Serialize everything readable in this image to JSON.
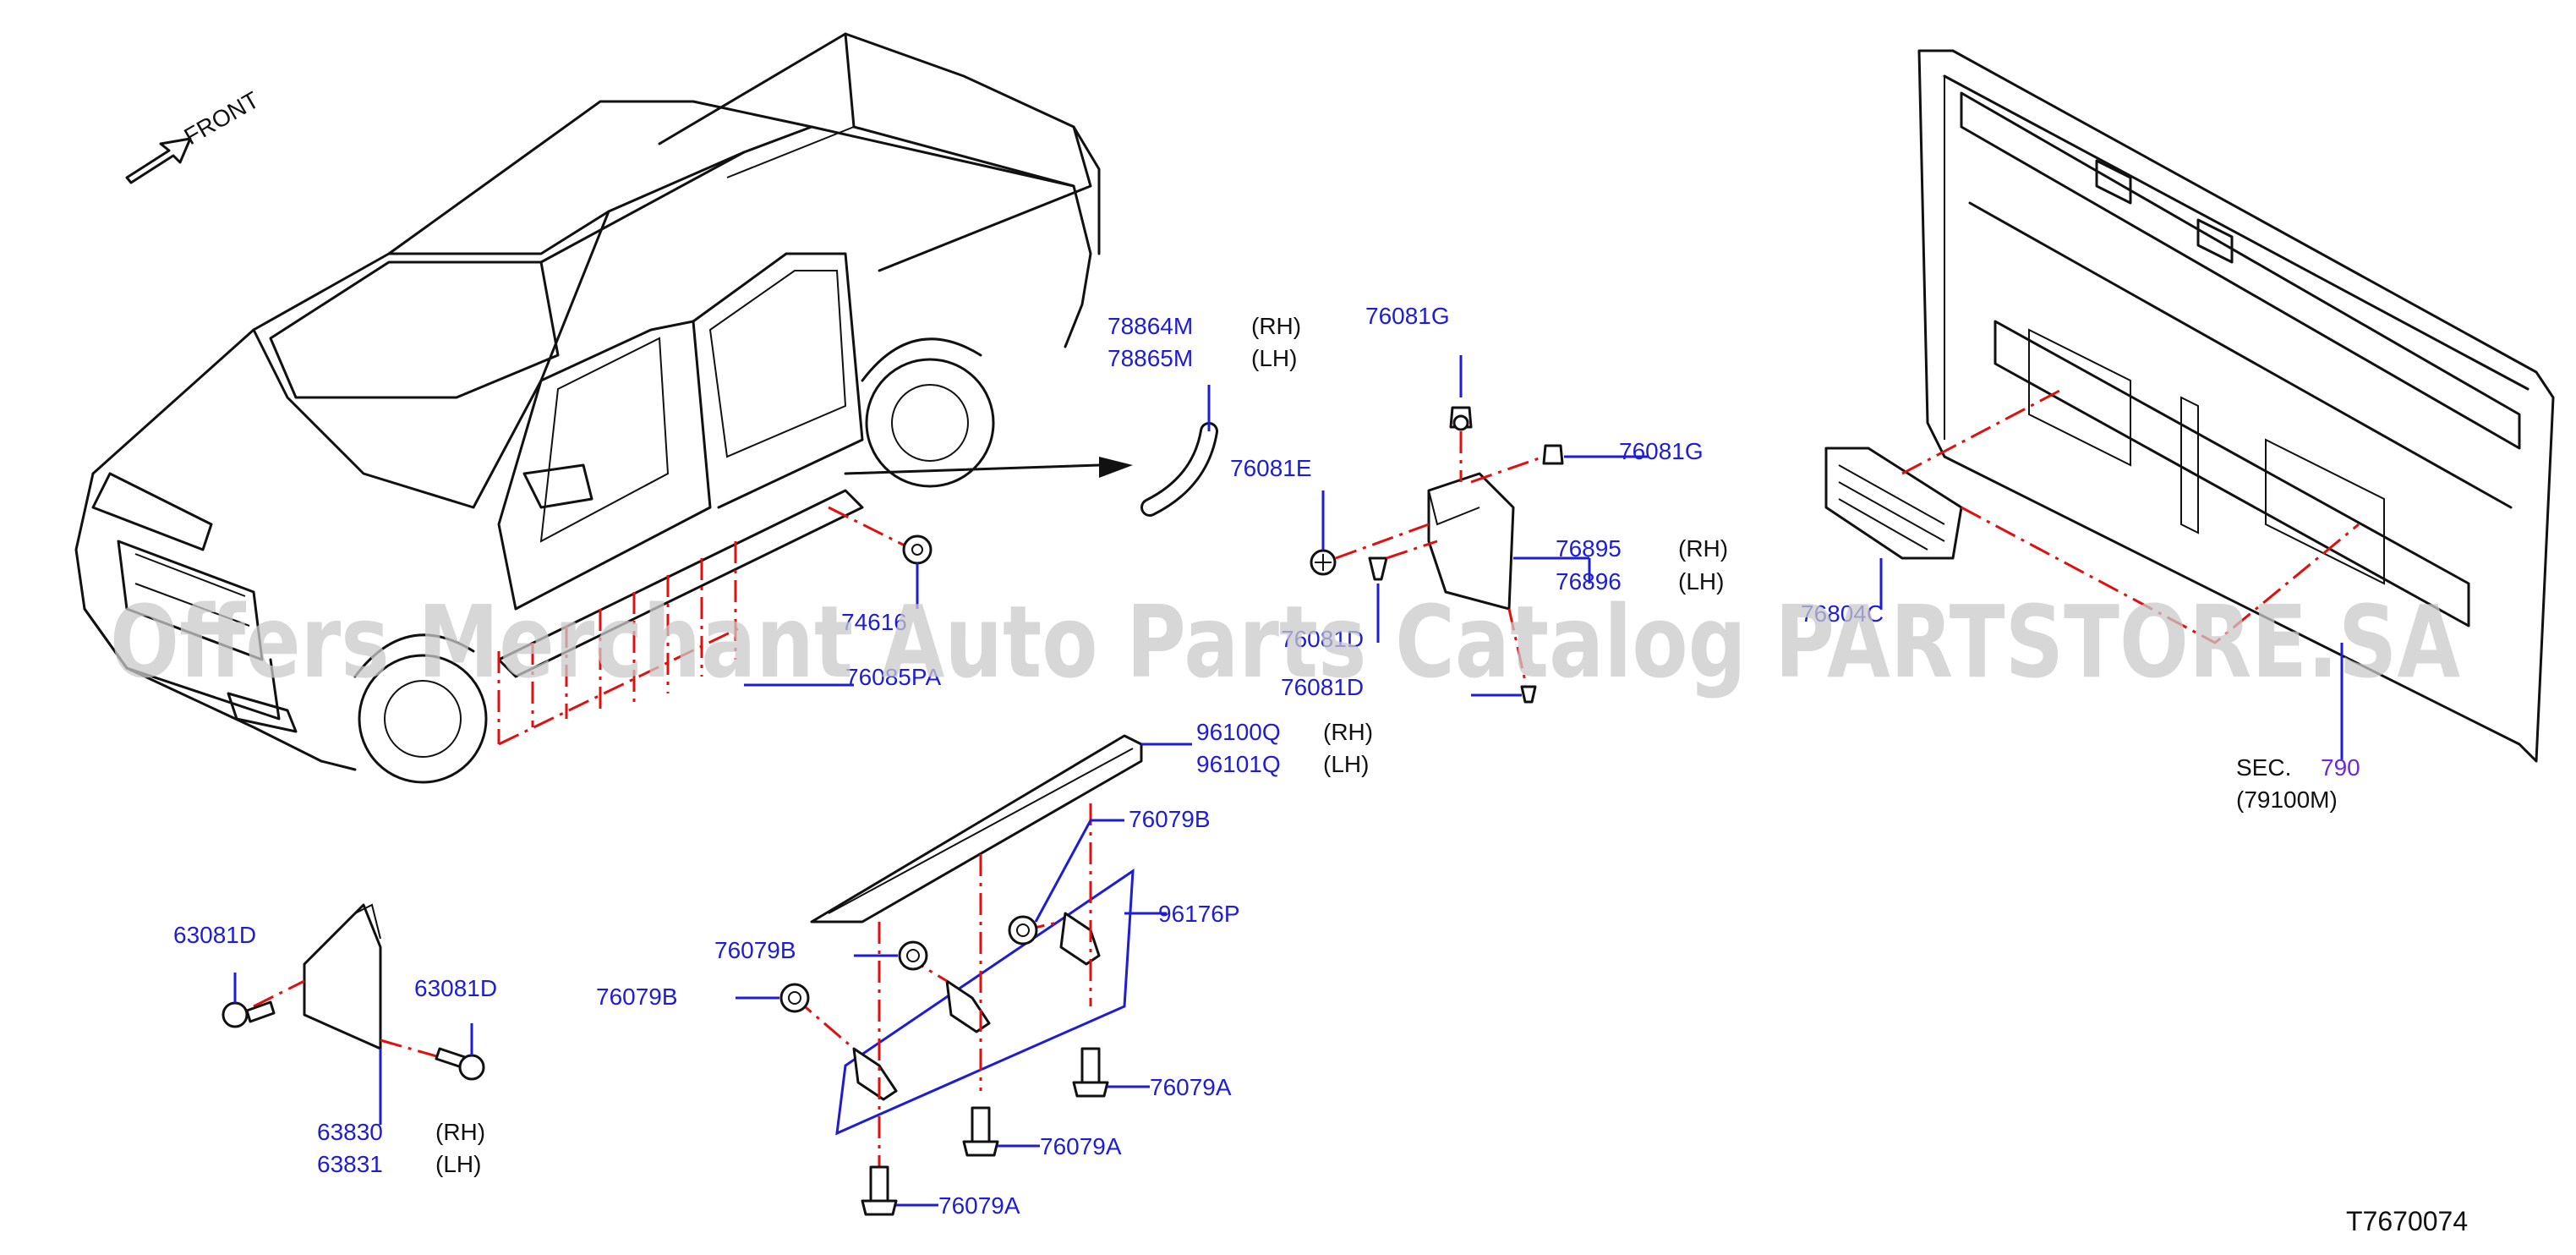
{
  "front_label": "FRONT",
  "watermark": "Offers Merchant Auto Parts Catalog PARTSTORE.SA",
  "diagram_id": "T7670074",
  "section_ref": {
    "prefix": "SEC.",
    "number": "790",
    "sub": "(79100M)"
  },
  "callouts": {
    "c78864M": "78864M",
    "q78864M": "(RH)",
    "c78865M": "78865M",
    "q78865M": "(LH)",
    "c74616": "74616",
    "c76085PA": "76085PA",
    "c76081G_top": "76081G",
    "c76081G_right": "76081G",
    "c76081E": "76081E",
    "c76895": "76895",
    "q76895": "(RH)",
    "c76896": "76896",
    "q76896": "(LH)",
    "c76081D_a": "76081D",
    "c76081D_b": "76081D",
    "c76804C": "76804C",
    "c96100Q": "96100Q",
    "q96100Q": "(RH)",
    "c96101Q": "96101Q",
    "q96101Q": "(LH)",
    "c76079B_top": "76079B",
    "c96176P": "96176P",
    "c76079B_mid": "76079B",
    "c76079B_left": "76079B",
    "c76079A_r": "76079A",
    "c76079A_m": "76079A",
    "c76079A_l": "76079A",
    "c63081D_l": "63081D",
    "c63081D_r": "63081D",
    "c63830": "63830",
    "q63830": "(RH)",
    "c63831": "63831",
    "q63831": "(LH)"
  }
}
